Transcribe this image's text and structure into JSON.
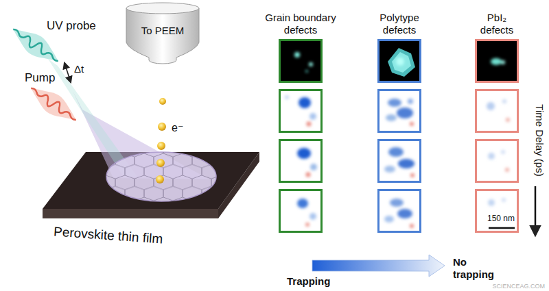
{
  "diagram": {
    "nodes": [
      {
        "text": [
          "To PEEM"
        ]
      },
      {
        "text": [
          "Grain boundary defects"
        ]
      },
      {
        "text": [
          "Polytype defects"
        ]
      },
      {
        "text": [
          "PbI₂ defects"
        ]
      }
    ],
    "labels": [
      "UV probe",
      "Δt",
      "Pump",
      "e⁻",
      "Perovskite thin film",
      "Time Delay (ps)",
      "150 nm",
      "Trapping",
      "No trapping",
      "SCIENCEAG.COM"
    ]
  }
}
